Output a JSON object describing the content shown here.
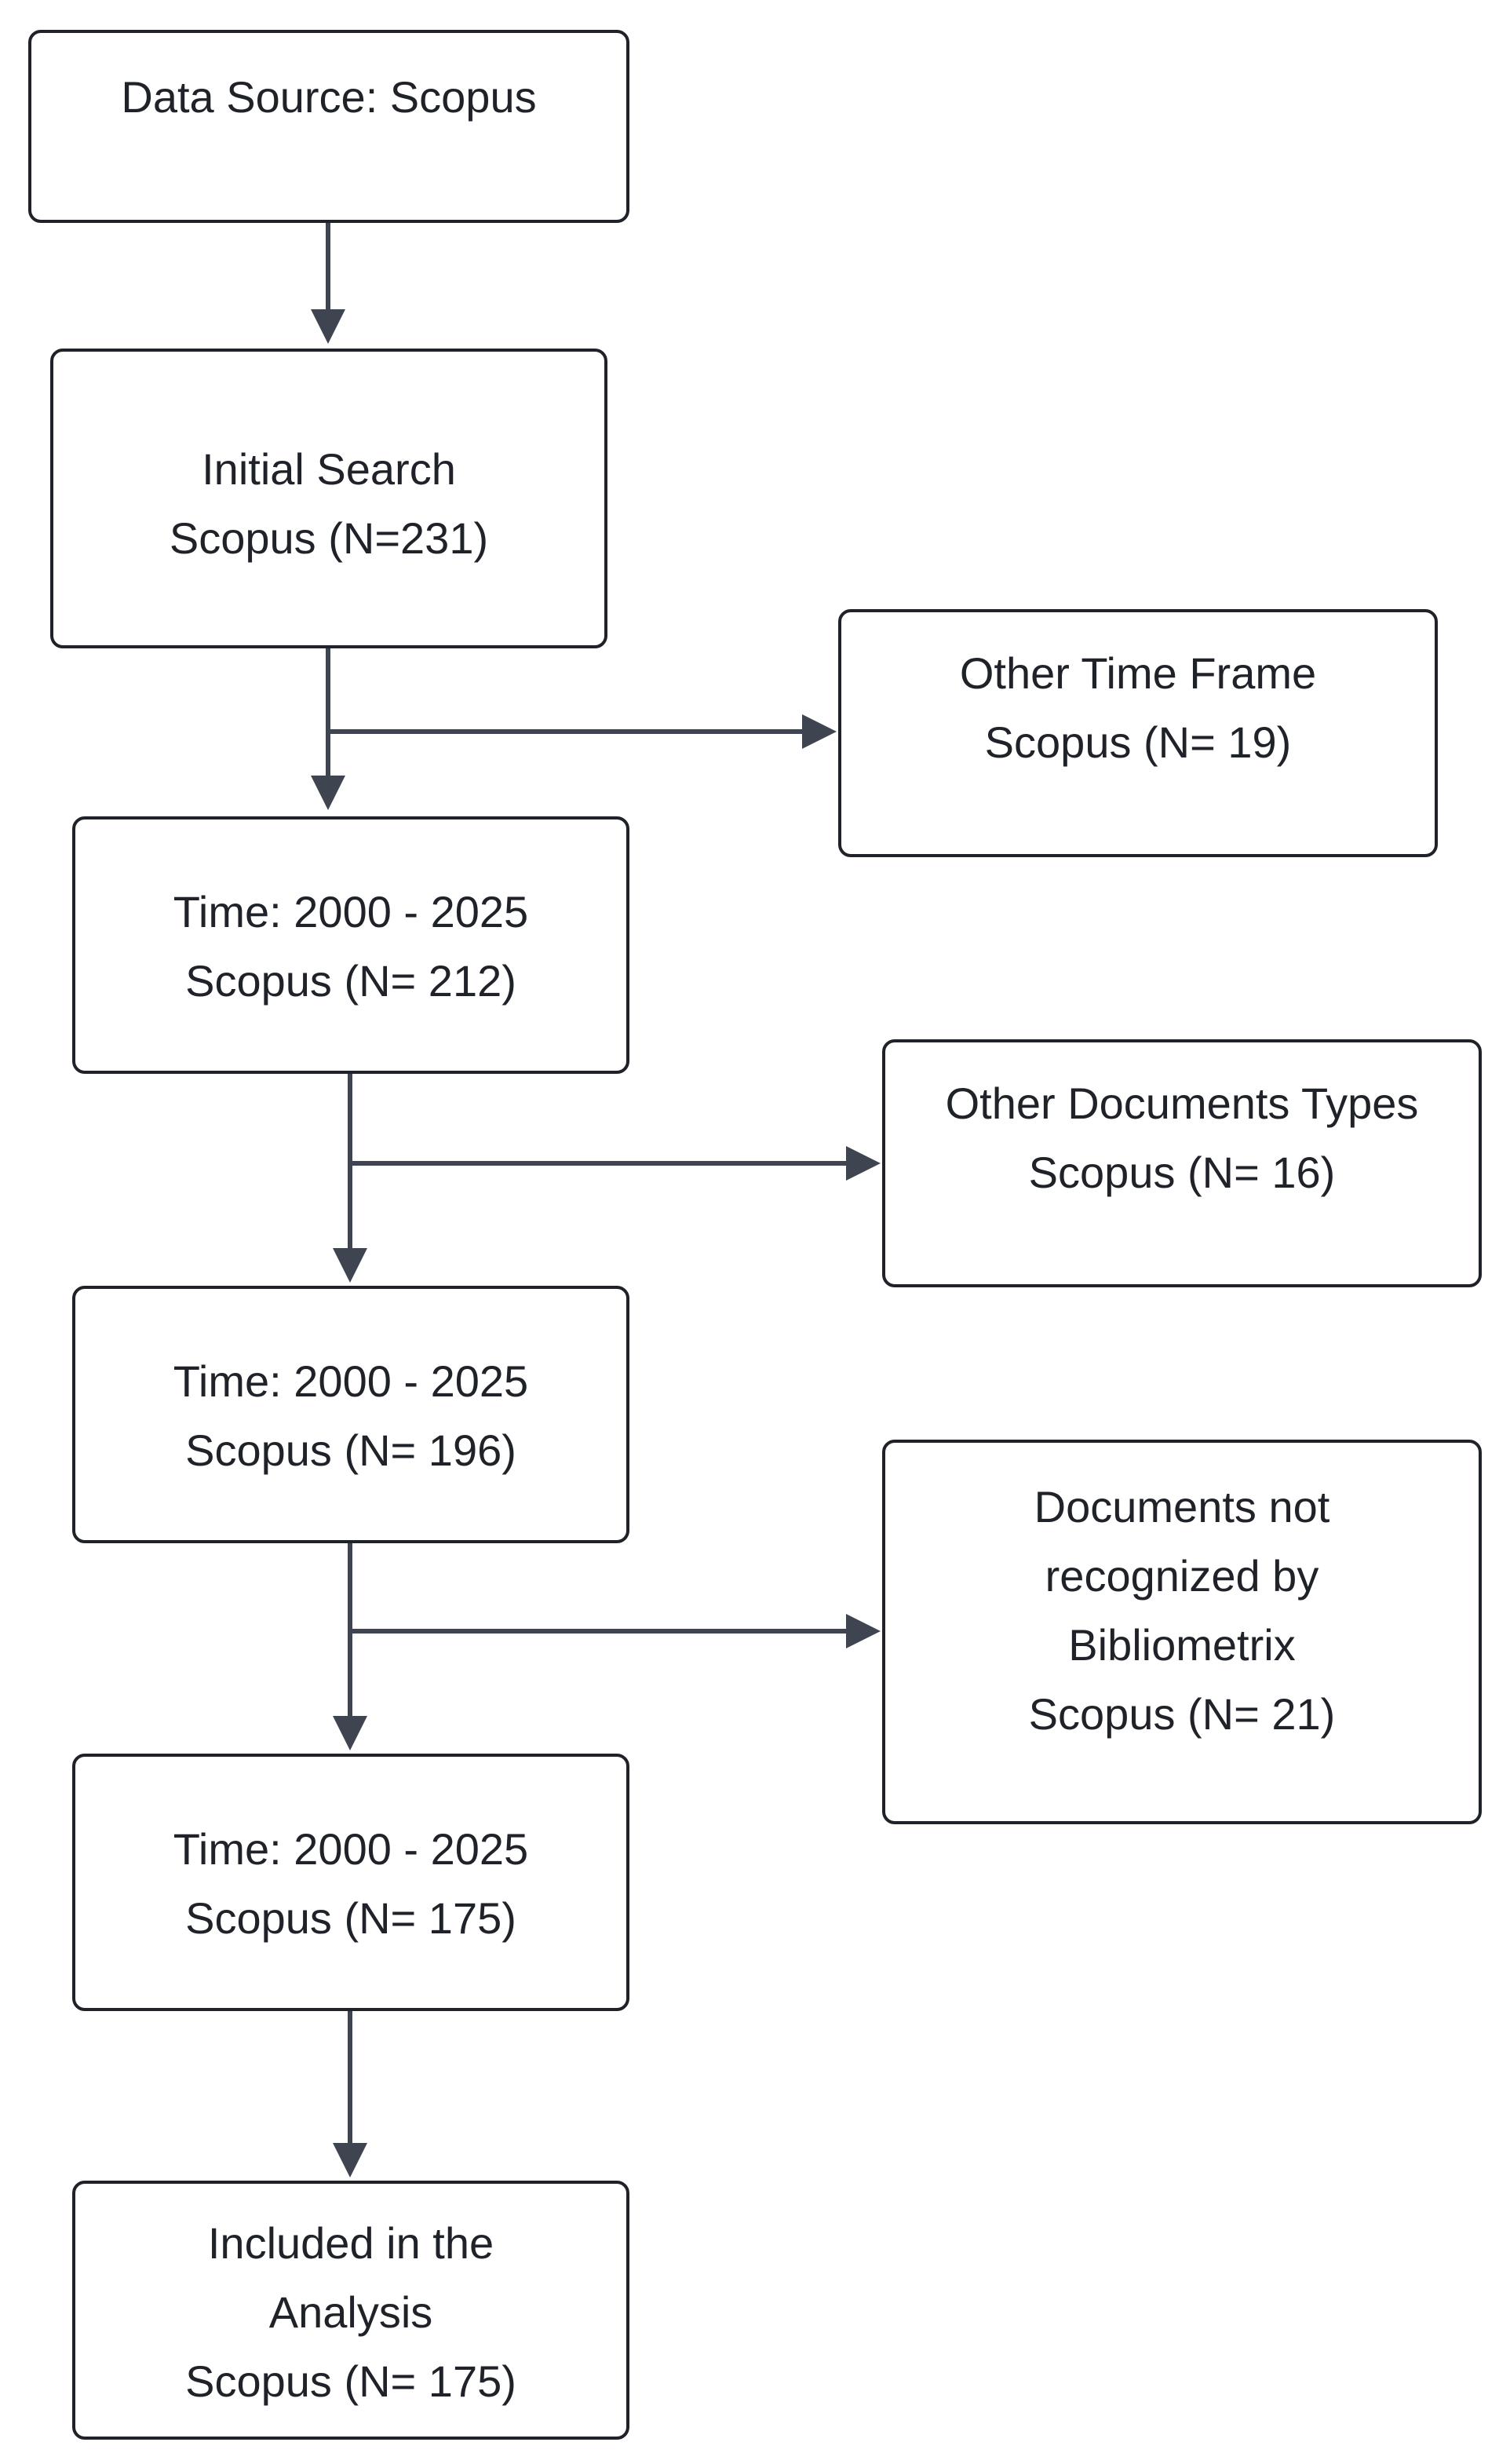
{
  "boxes": {
    "source": [
      "Data Source: Scopus"
    ],
    "initial": [
      "Initial Search",
      "Scopus (N=231)"
    ],
    "time212": [
      "Time: 2000 - 2025",
      "Scopus (N= 212)"
    ],
    "time196": [
      "Time: 2000 - 2025",
      "Scopus (N= 196)"
    ],
    "time175": [
      "Time: 2000 - 2025",
      "Scopus (N= 175)"
    ],
    "included": [
      "Included in the",
      "Analysis",
      "Scopus (N= 175)"
    ],
    "other_time": [
      "Other Time Frame",
      "Scopus (N= 19)"
    ],
    "other_types": [
      "Other Documents Types",
      "Scopus (N= 16)"
    ],
    "not_recognized": [
      "Documents not",
      "recognized by",
      "Bibliometrix",
      "Scopus (N= 21)"
    ]
  },
  "colors": {
    "border": "#1f2228",
    "arrow": "#3f4550",
    "background": "#ffffff"
  }
}
